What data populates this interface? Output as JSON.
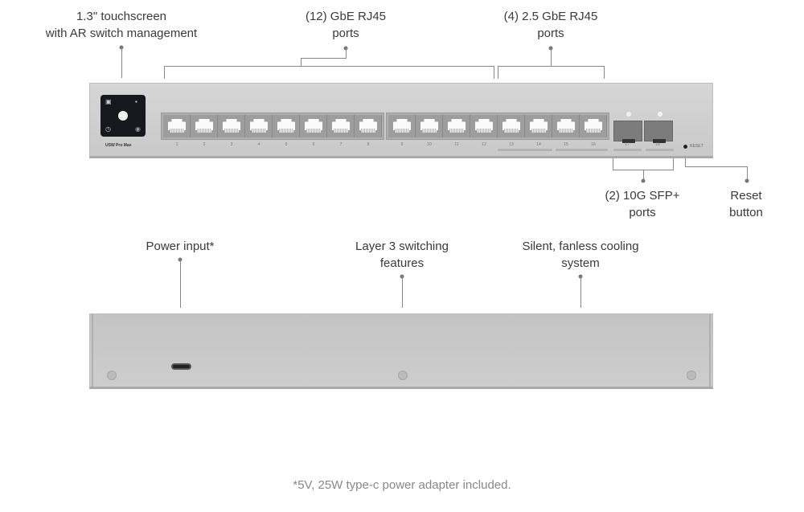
{
  "front": {
    "model_label": "USW Pro Max",
    "reset_label": "RESET",
    "port_numbers": [
      "1",
      "2",
      "3",
      "4",
      "5",
      "6",
      "7",
      "8",
      "9",
      "10",
      "11",
      "12",
      "13",
      "14",
      "15",
      "16"
    ],
    "sfp_numbers": [
      "17",
      "18"
    ]
  },
  "callouts": {
    "touchscreen": [
      "1.3\" touchscreen",
      "with AR switch management"
    ],
    "gbe": [
      "(12) GbE RJ45",
      "ports"
    ],
    "gbe25": [
      "(4) 2.5 GbE RJ45",
      "ports"
    ],
    "sfp": [
      "(2) 10G SFP+",
      "ports"
    ],
    "reset": [
      "Reset",
      "button"
    ],
    "power": [
      "Power input*"
    ],
    "layer3": [
      "Layer 3 switching",
      "features"
    ],
    "cooling": [
      "Silent, fanless cooling",
      "system"
    ]
  },
  "footnote": "*5V, 25W type-c power adapter included."
}
